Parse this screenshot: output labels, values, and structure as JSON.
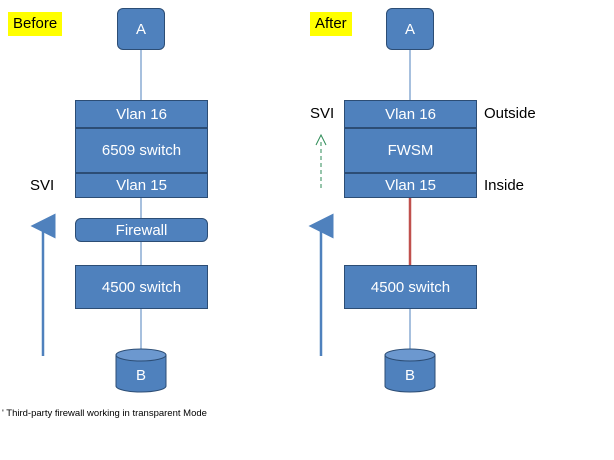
{
  "before": {
    "tag": "Before",
    "node_a": "A",
    "top_vlan": "Vlan 16",
    "switch": "6509 switch",
    "bottom_vlan": "Vlan 15",
    "svi": "SVI",
    "firewall": "Firewall",
    "lower_switch": "4500 switch",
    "node_b": "B"
  },
  "after": {
    "tag": "After",
    "node_a": "A",
    "top_vlan": "Vlan 16",
    "module": "FWSM",
    "bottom_vlan": "Vlan 15",
    "svi": "SVI",
    "outside": "Outside",
    "inside": "Inside",
    "lower_switch": "4500 switch",
    "node_b": "B"
  },
  "footnote": "' Third-party firewall working in transparent Mode",
  "colors": {
    "box_fill": "#4f81bd",
    "box_border": "#2c4d75",
    "connector": "#4f81bd",
    "trunk_link": "#c0504d",
    "dashed_arrow": "#2e8b57",
    "tag_bg": "#ffff00"
  }
}
